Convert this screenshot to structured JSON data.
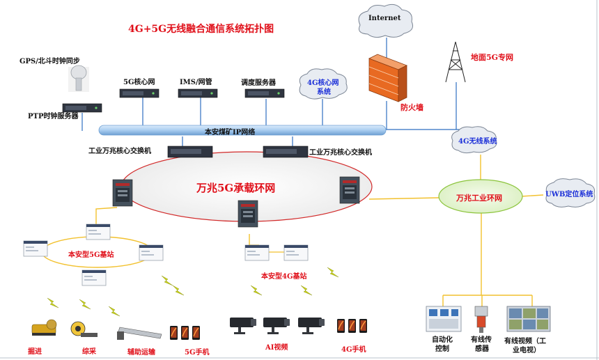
{
  "title": "4G+5G无线融合通信系统拓扑图",
  "nodes": {
    "internet": "Internet",
    "ground_5g": "地面5G专网",
    "gps": "GPS/北斗时钟同步",
    "ptp": "PTP时钟服务器",
    "core5g": "5G核心网",
    "ims": "IMS/网管",
    "dispatch": "调度服务器",
    "core4g_line1": "4G核心网",
    "core4g_line2": "系统",
    "firewall": "防火墙",
    "bus": "本安煤矿IP网络",
    "switch_left": "工业万兆核心交换机",
    "switch_right": "工业万兆核心交换机",
    "ring_main": "万兆5G承载环网",
    "wireless4g": "4G无线系统",
    "ring_industrial": "万兆工业环网",
    "uwb": "UWB定位系统",
    "bs5g": "本安型5G基站",
    "bs4g": "本安型4G基站",
    "dev_tunnel": "掘进",
    "dev_mining": "综采",
    "dev_aux": "辅助运输",
    "dev_5gphone": "5G手机",
    "dev_ai": "AI视频",
    "dev_4gphone": "4G手机",
    "dev_auto_line1": "自动化",
    "dev_auto_line2": "控制",
    "dev_sensor_line1": "有线传",
    "dev_sensor_line2": "感器",
    "dev_video_line1": "有线视频（工",
    "dev_video_line2": "业电视）"
  },
  "colors": {
    "title_red": "#e0101a",
    "label_blue": "#1b2fd8",
    "bus_blue": "#a9cdf0",
    "line_blue": "#2f6fc0",
    "link_yellow": "#f2c12e",
    "ring_red": "#d22a2a",
    "ring_green": "#e3f3cf",
    "ring_green_border": "#8cc43c",
    "cloud_fill": "#e8ecf2",
    "firewall": "#e86a22",
    "lightning": "#c9d21c"
  },
  "icons": [
    "cloud-icon",
    "tower-icon",
    "firewall-icon",
    "server-icon",
    "switch-icon",
    "base-station-icon",
    "camera-icon",
    "phone-icon",
    "lightning-icon",
    "machine-icon",
    "gps-antenna-icon"
  ]
}
